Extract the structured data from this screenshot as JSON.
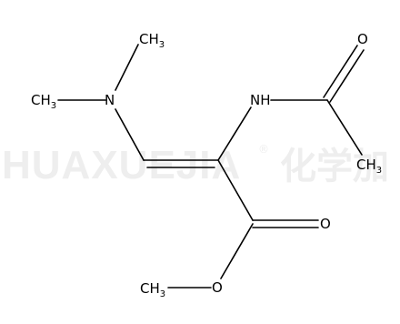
{
  "watermark": {
    "brand": "HUAXUEJIA",
    "registered": "®",
    "cn": "化学加"
  },
  "atoms": {
    "ch3_top": {
      "main": "CH",
      "sub": "3"
    },
    "ch3_left": {
      "main": "CH",
      "sub": "3"
    },
    "n_amine": "N",
    "nh": "NH",
    "o_carbonyl_acetyl": "O",
    "ch3_acetyl": {
      "main": "CH",
      "sub": "3"
    },
    "o_carbonyl_ester": "O",
    "o_ester": "O",
    "ch3_ester": {
      "main": "CH",
      "sub": "3"
    }
  },
  "colors": {
    "bond": "#000000",
    "label": "#000000",
    "watermark": "#eeeeee"
  }
}
